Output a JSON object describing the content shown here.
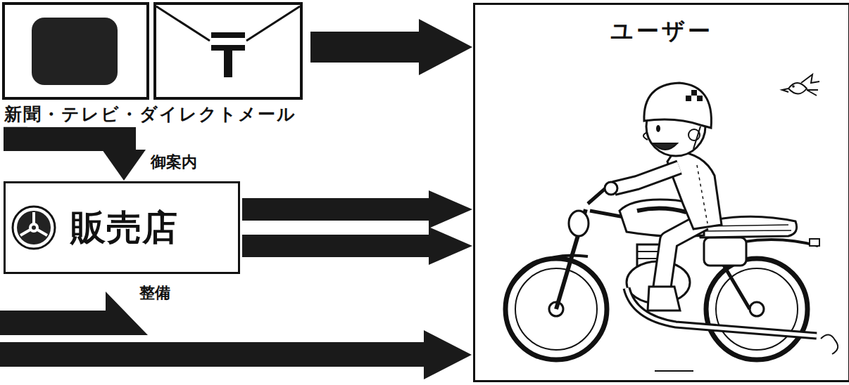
{
  "diagram": {
    "nodes": [
      {
        "text": [
          "新聞・テレビ・ダイレクトメール"
        ]
      },
      {
        "text": [
          "販売店"
        ]
      },
      {
        "text": [
          "ユーザー"
        ]
      }
    ],
    "edges": [
      {
        "from": 0,
        "to": 2,
        "arrow": "to"
      },
      {
        "from": 0,
        "to": 1,
        "label": "御案内",
        "arrow": "to"
      },
      {
        "from": 1,
        "to": 2,
        "arrow": "to"
      },
      {
        "from": 1,
        "to": 2,
        "arrow": "to"
      }
    ],
    "labels": [
      "整備"
    ]
  }
}
